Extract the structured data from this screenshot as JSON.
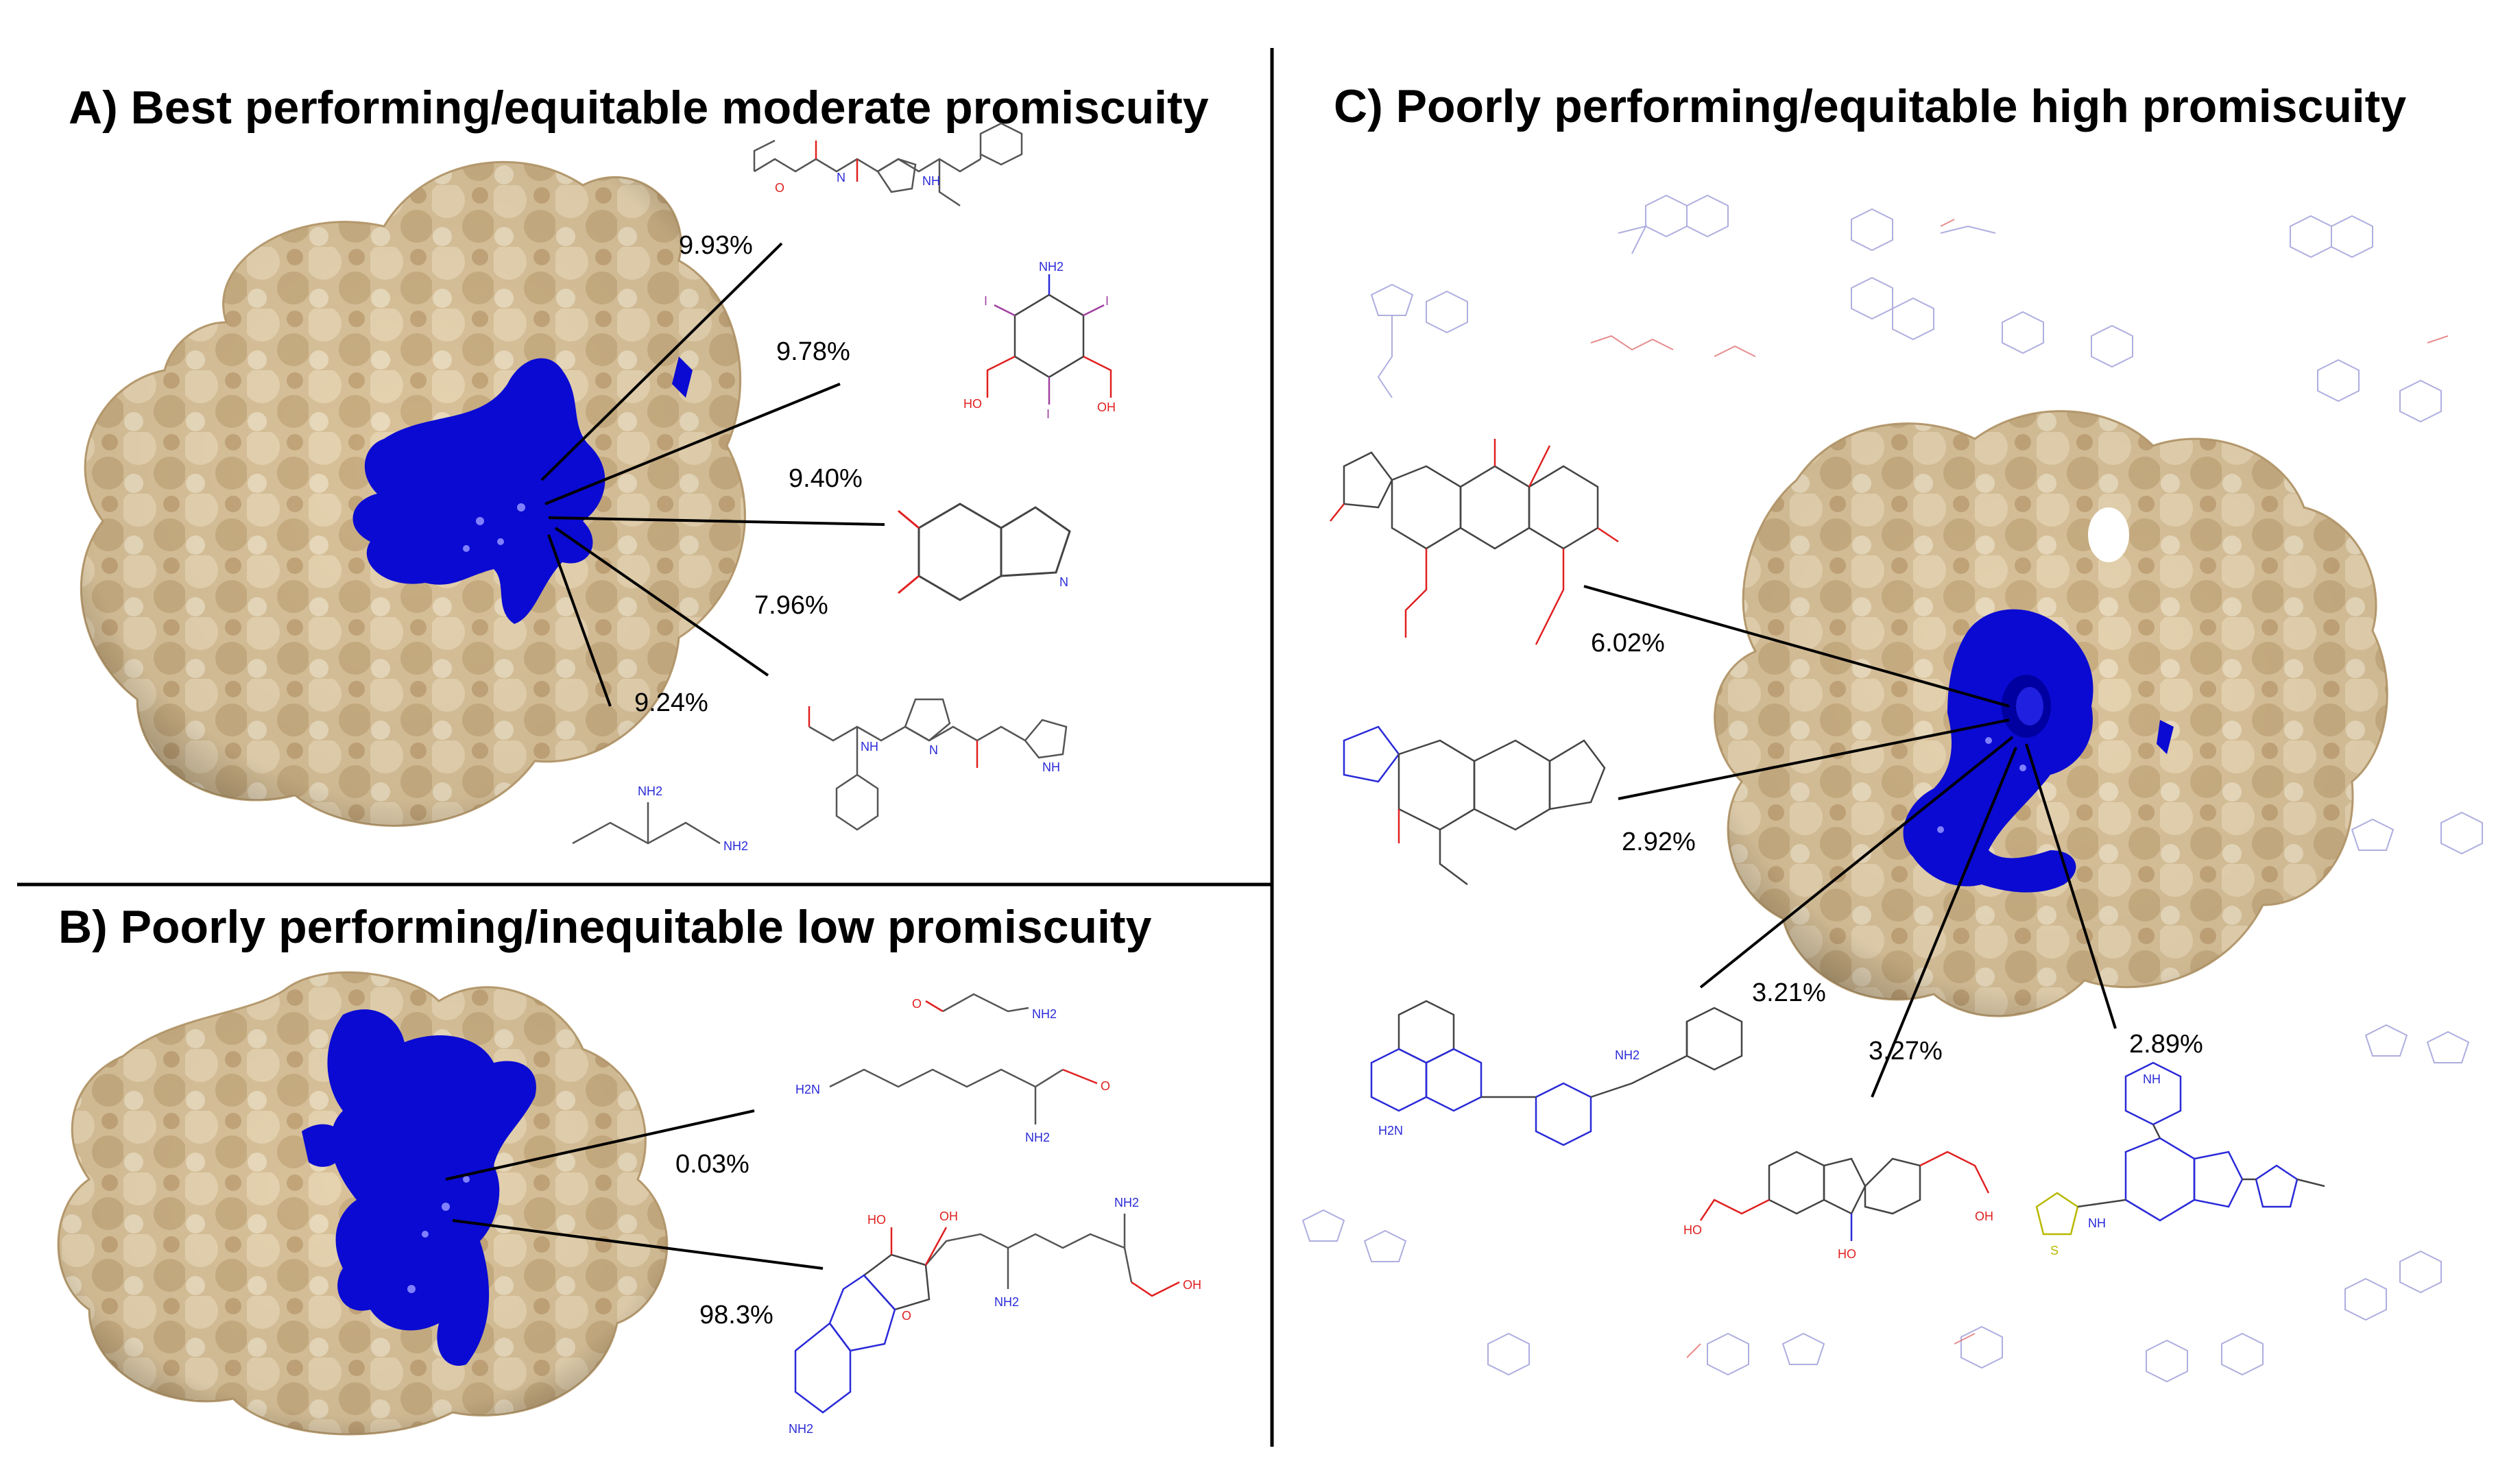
{
  "panels": {
    "a": {
      "title": "A) Best performing/equitable moderate promiscuity",
      "labels": [
        "9.93%",
        "9.78%",
        "9.40%",
        "7.96%",
        "9.24%"
      ]
    },
    "b": {
      "title": "B) Poorly performing/inequitable low promiscuity",
      "labels": [
        "0.03%",
        "98.3%"
      ]
    },
    "c": {
      "title": "C) Poorly performing/equitable high promiscuity",
      "labels": [
        "6.02%",
        "2.92%",
        "3.21%",
        "3.27%",
        "2.89%"
      ]
    }
  },
  "atom_labels": {
    "nh2": "NH2",
    "nh": "NH",
    "n": "N",
    "o": "O",
    "oh": "OH",
    "ho": "HO",
    "i": "I",
    "s": "S",
    "h2n": "H2N"
  },
  "colors": {
    "protein_surface": "#d9c29a",
    "binding_site": "#0a0ad2",
    "nitrogen": "#2a2ad8",
    "oxygen": "#e02020",
    "iodine": "#a040a0",
    "sulfur": "#b8b800"
  }
}
